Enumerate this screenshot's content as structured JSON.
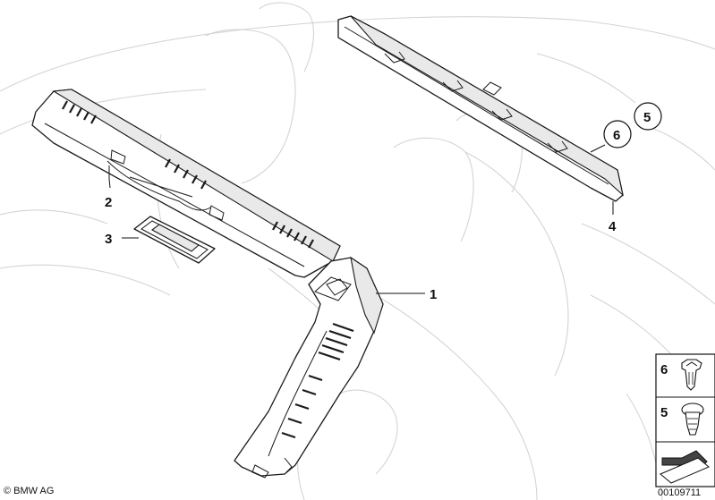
{
  "callouts": {
    "c1": "1",
    "c2": "2",
    "c3": "3",
    "c4": "4",
    "c5": "5",
    "c6": "6"
  },
  "legend": {
    "item6": "6",
    "item5": "5"
  },
  "footer": {
    "copyright": "© BMW AG",
    "diagram_number": "00109711"
  },
  "colors": {
    "line": "#1a1a1a",
    "ghost": "#d4d4d4",
    "shade": "#e9e9e9"
  }
}
